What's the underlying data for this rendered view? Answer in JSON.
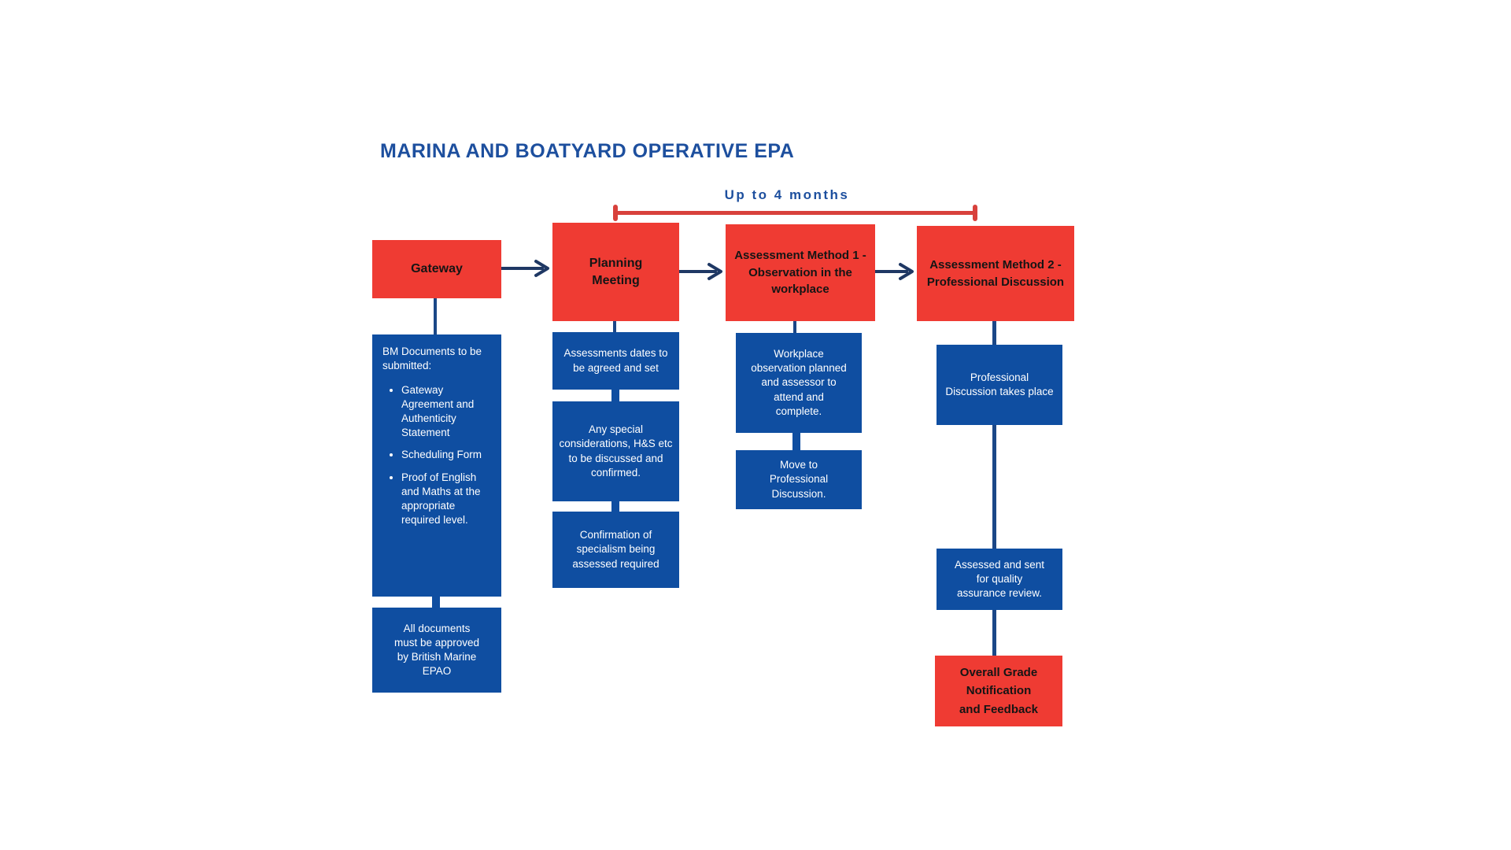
{
  "title": "MARINA AND BOATYARD OPERATIVE EPA",
  "timeline": {
    "label": "Up to 4 months"
  },
  "colors": {
    "red": "#EF3B33",
    "blue": "#0F4EA1",
    "title_blue": "#1D4F9E",
    "bracket_red": "#D8413C",
    "line_blue": "#1B4787",
    "arrow_navy": "#1F3864",
    "box_text": "#FFFFFF",
    "heading_text": "#151515"
  },
  "columns": [
    {
      "header": "Gateway",
      "boxes": {
        "documents": {
          "intro": "BM Documents to be submitted:",
          "bullets": [
            "Gateway Agreement and Authenticity Statement",
            "Scheduling Form",
            "Proof of English and Maths at the appropriate required level."
          ]
        },
        "approval": "All documents must be approved by British Marine EPAO"
      }
    },
    {
      "header": "Planning Meeting",
      "boxes": [
        "Assessments dates to be agreed and set",
        "Any special considerations, H&S etc to be discussed and confirmed.",
        "Confirmation of specialism being assessed required"
      ]
    },
    {
      "header": "Assessment Method 1 - Observation in the workplace",
      "boxes": [
        "Workplace observation planned and assessor to attend and complete.",
        "Move to Professional Discussion."
      ]
    },
    {
      "header": "Assessment Method 2 - Professional Discussion",
      "boxes": [
        "Professional Discussion takes place",
        "Assessed and sent for quality assurance review."
      ],
      "final": "Overall Grade Notification and Feedback"
    }
  ]
}
